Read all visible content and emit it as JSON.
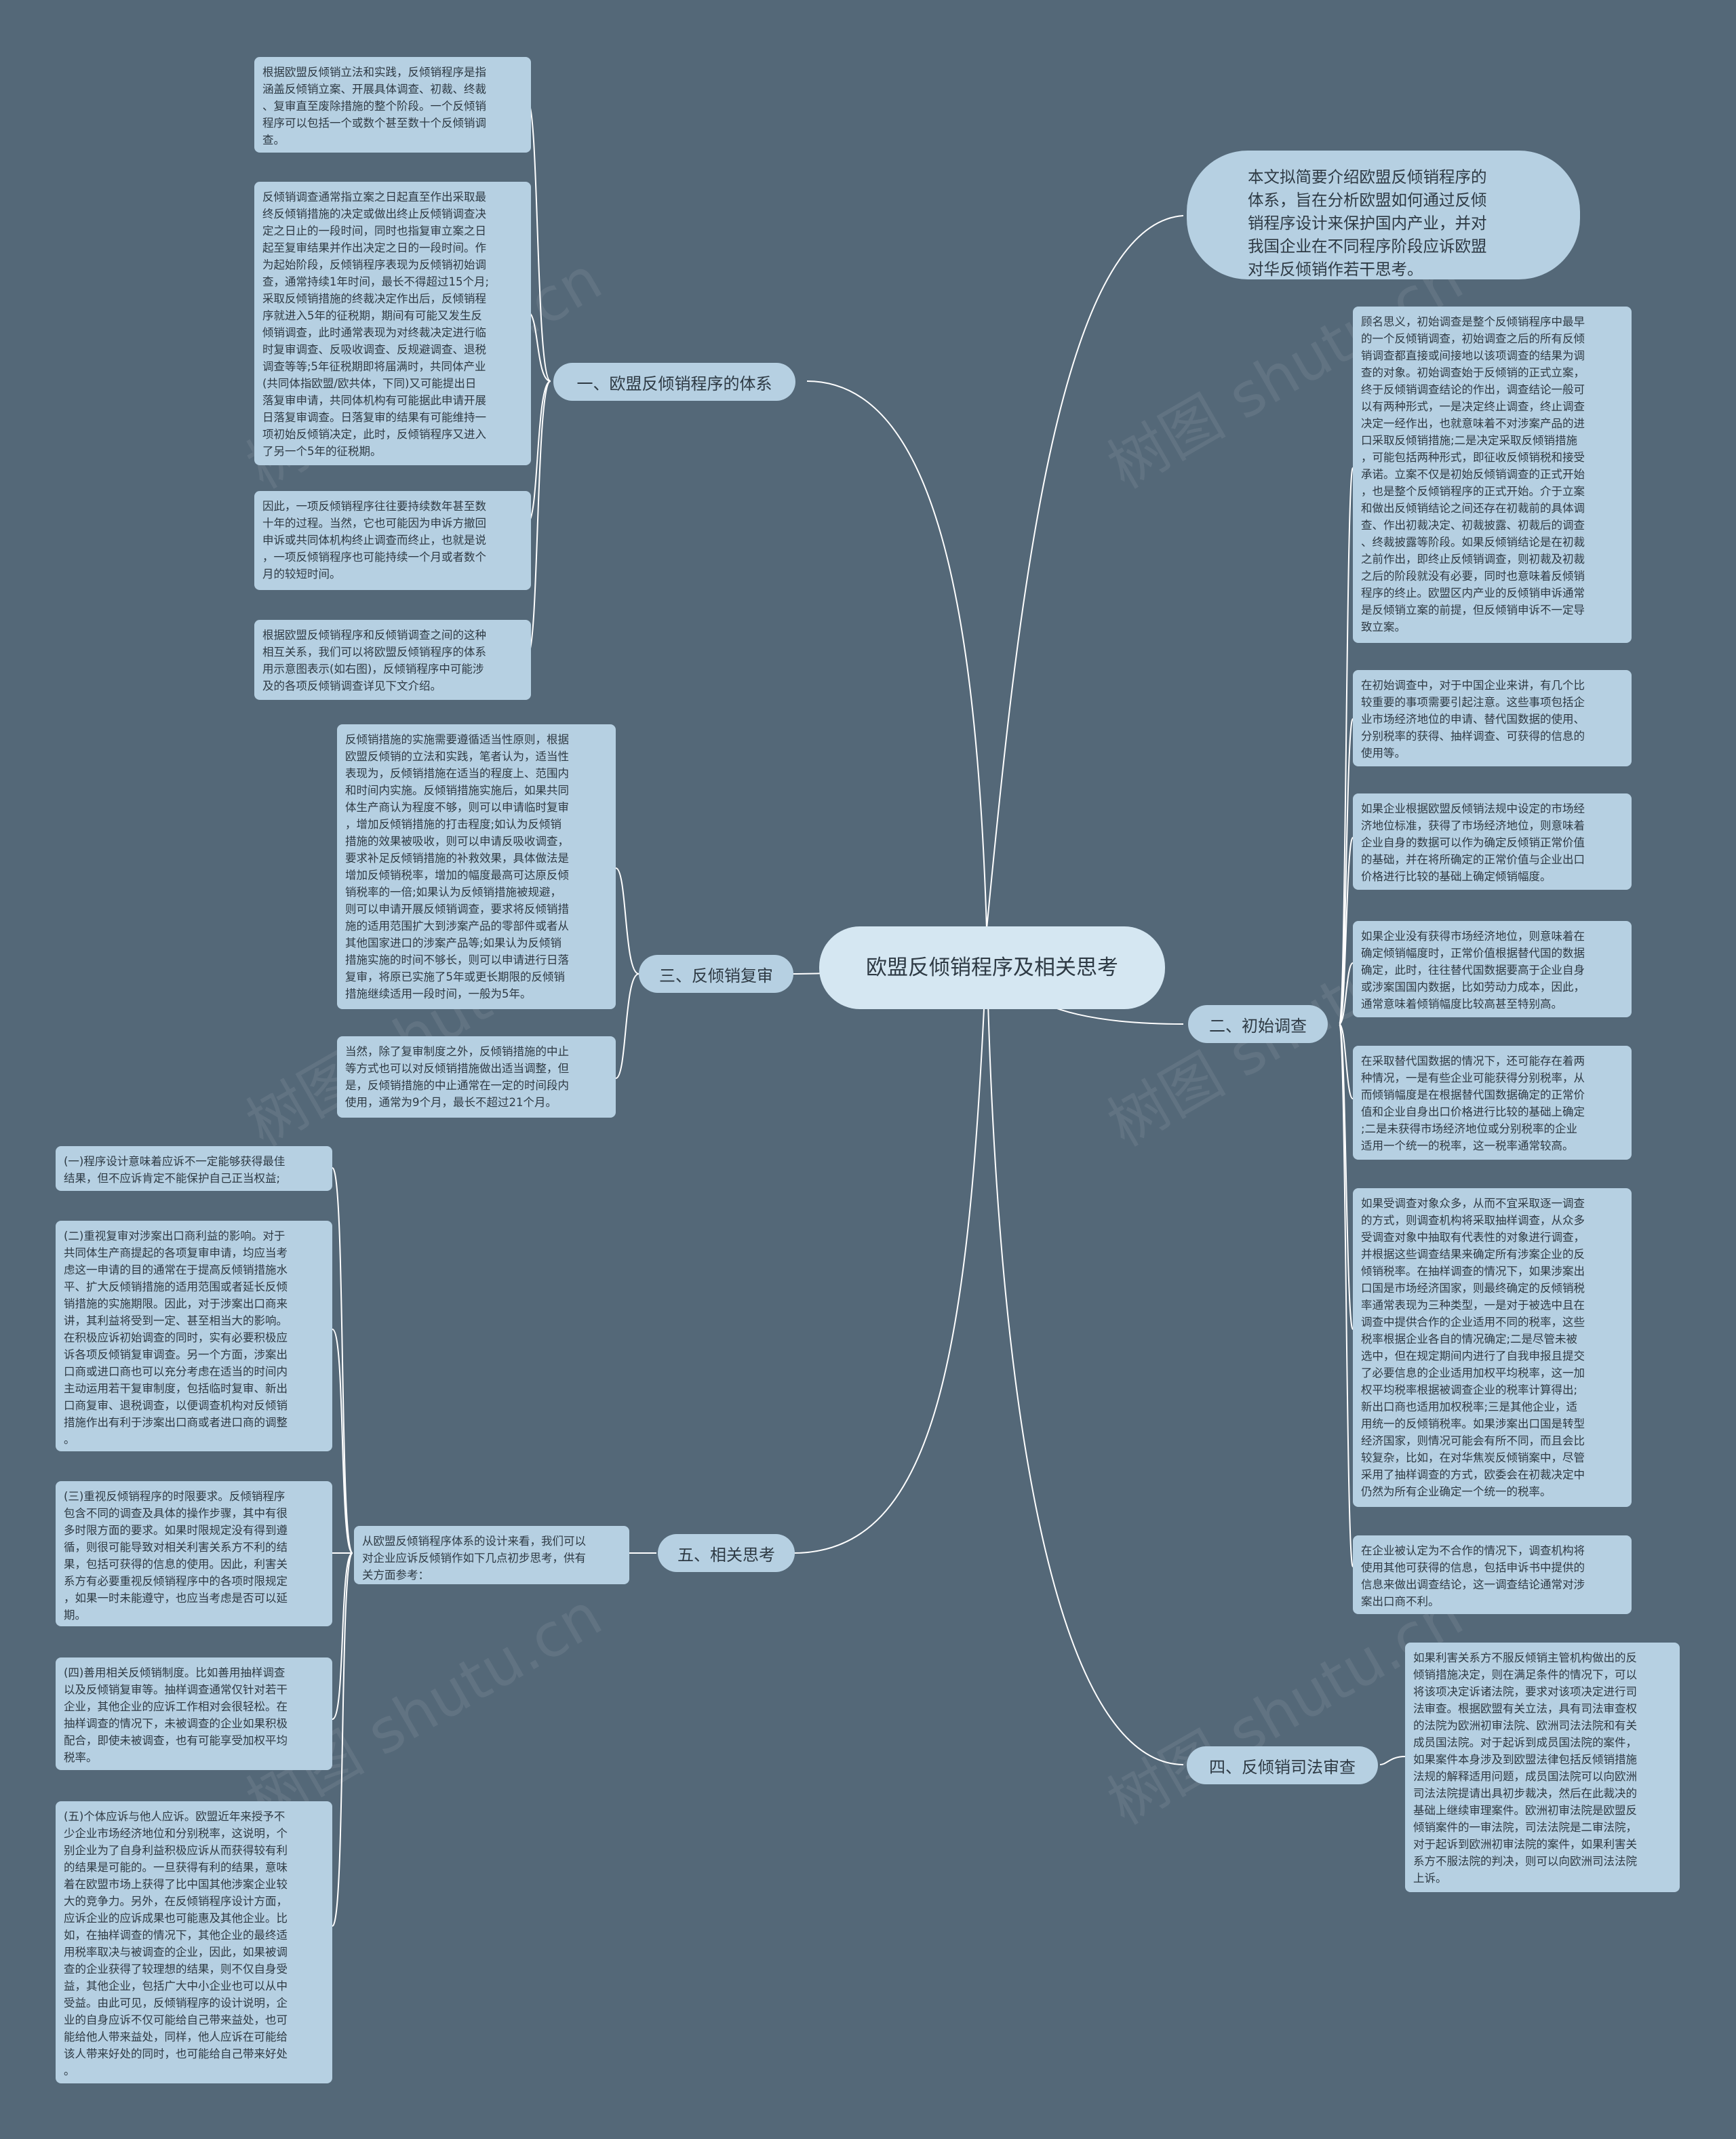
{
  "root": {
    "title": "欧盟反倾销程序及相关思考"
  },
  "intro": "本文拟简要介绍欧盟反倾销程序的\n体系，旨在分析欧盟如何通过反倾\n销程序设计来保护国内产业，并对\n我国企业在不同程序阶段应诉欧盟\n对华反倾销作若干思考。",
  "branches": {
    "b1": "一、欧盟反倾销程序的体系",
    "b2": "二、初始调查",
    "b3": "三、反倾销复审",
    "b4": "四、反倾销司法审查",
    "b5": "五、相关思考"
  },
  "b1": [
    "根据欧盟反倾销立法和实践，反倾销程序是指\n涵盖反倾销立案、开展具体调查、初裁、终裁\n、复审直至废除措施的整个阶段。一个反倾销\n程序可以包括一个或数个甚至数十个反倾销调\n查。",
    "反倾销调查通常指立案之日起直至作出采取最\n终反倾销措施的决定或做出终止反倾销调查决\n定之日止的一段时间，同时也指复审立案之日\n起至复审结果并作出决定之日的一段时间。作\n为起始阶段，反倾销程序表现为反倾销初始调\n查，通常持续1年时间，最长不得超过15个月;\n采取反倾销措施的终裁决定作出后，反倾销程\n序就进入5年的征税期，期间有可能又发生反\n倾销调查，此时通常表现为对终裁决定进行临\n时复审调查、反吸收调查、反规避调查、退税\n调查等等;5年征税期即将届满时，共同体产业\n(共同体指欧盟/欧共体，下同)又可能提出日\n落复审申请，共同体机构有可能据此申请开展\n日落复审调查。日落复审的结果有可能维持一\n项初始反倾销决定，此时，反倾销程序又进入\n了另一个5年的征税期。",
    "因此，一项反倾销程序往往要持续数年甚至数\n十年的过程。当然，它也可能因为申诉方撤回\n申诉或共同体机构终止调查而终止，也就是说\n，一项反倾销程序也可能持续一个月或者数个\n月的较短时间。",
    "根据欧盟反倾销程序和反倾销调查之间的这种\n相互关系，我们可以将欧盟反倾销程序的体系\n用示意图表示(如右图)，反倾销程序中可能涉\n及的各项反倾销调查详见下文介绍。"
  ],
  "b2": [
    "顾名思义，初始调查是整个反倾销程序中最早\n的一个反倾销调查，初始调查之后的所有反倾\n销调查都直接或间接地以该项调查的结果为调\n查的对象。初始调查始于反倾销的正式立案，\n终于反倾销调查结论的作出，调查结论一般可\n以有两种形式，一是决定终止调查，终止调查\n决定一经作出，也就意味着不对涉案产品的进\n口采取反倾销措施;二是决定采取反倾销措施\n，可能包括两种形式，即征收反倾销税和接受\n承诺。立案不仅是初始反倾销调查的正式开始\n，也是整个反倾销程序的正式开始。介于立案\n和做出反倾销结论之间还存在初裁前的具体调\n查、作出初裁决定、初裁披露、初裁后的调查\n、终裁披露等阶段。如果反倾销结论是在初裁\n之前作出，即终止反倾销调查，则初裁及初裁\n之后的阶段就没有必要，同时也意味着反倾销\n程序的终止。欧盟区内产业的反倾销申诉通常\n是反倾销立案的前提，但反倾销申诉不一定导\n致立案。",
    "在初始调查中，对于中国企业来讲，有几个比\n较重要的事项需要引起注意。这些事项包括企\n业市场经济地位的申请、替代国数据的使用、\n分别税率的获得、抽样调查、可获得的信息的\n使用等。",
    "如果企业根据欧盟反倾销法规中设定的市场经\n济地位标准，获得了市场经济地位，则意味着\n企业自身的数据可以作为确定反倾销正常价值\n的基础，并在将所确定的正常价值与企业出口\n价格进行比较的基础上确定倾销幅度。",
    "如果企业没有获得市场经济地位，则意味着在\n确定倾销幅度时，正常价值根据替代国的数据\n确定，此时，往往替代国数据要高于企业自身\n或涉案国国内数据，比如劳动力成本，因此，\n通常意味着倾销幅度比较高甚至特别高。",
    "在采取替代国数据的情况下，还可能存在着两\n种情况，一是有些企业可能获得分别税率，从\n而倾销幅度是在根据替代国数据确定的正常价\n值和企业自身出口价格进行比较的基础上确定\n;二是未获得市场经济地位或分别税率的企业\n适用一个统一的税率，这一税率通常较高。",
    "如果受调查对象众多，从而不宜采取逐一调查\n的方式，则调查机构将采取抽样调查，从众多\n受调查对象中抽取有代表性的对象进行调查，\n并根据这些调查结果来确定所有涉案企业的反\n倾销税率。在抽样调查的情况下，如果涉案出\n口国是市场经济国家，则最终确定的反倾销税\n率通常表现为三种类型，一是对于被选中且在\n调查中提供合作的企业适用不同的税率，这些\n税率根据企业各自的情况确定;二是尽管未被\n选中，但在规定期间内进行了自我申报且提交\n了必要信息的企业适用加权平均税率，这一加\n权平均税率根据被调查企业的税率计算得出;\n新出口商也适用加权税率;三是其他企业，适\n用统一的反倾销税率。如果涉案出口国是转型\n经济国家，则情况可能会有所不同，而且会比\n较复杂，比如，在对华焦炭反倾销案中，尽管\n采用了抽样调查的方式，欧委会在初裁决定中\n仍然为所有企业确定一个统一的税率。",
    "在企业被认定为不合作的情况下，调查机构将\n使用其他可获得的信息，包括申诉书中提供的\n信息来做出调查结论，这一调查结论通常对涉\n案出口商不利。"
  ],
  "b3": [
    "反倾销措施的实施需要遵循适当性原则，根据\n欧盟反倾销的立法和实践，笔者认为，适当性\n表现为，反倾销措施在适当的程度上、范围内\n和时间内实施。反倾销措施实施后，如果共同\n体生产商认为程度不够，则可以申请临时复审\n，增加反倾销措施的打击程度;如认为反倾销\n措施的效果被吸收，则可以申请反吸收调查，\n要求补足反倾销措施的补救效果，具体做法是\n增加反倾销税率，增加的幅度最高可达原反倾\n销税率的一倍;如果认为反倾销措施被规避，\n则可以申请开展反倾销调查，要求将反倾销措\n施的适用范围扩大到涉案产品的零部件或者从\n其他国家进口的涉案产品等;如果认为反倾销\n措施实施的时间不够长，则可以申请进行日落\n复审，将原已实施了5年或更长期限的反倾销\n措施继续适用一段时间，一般为5年。",
    "当然，除了复审制度之外，反倾销措施的中止\n等方式也可以对反倾销措施做出适当调整，但\n是，反倾销措施的中止通常在一定的时间段内\n使用，通常为9个月，最长不超过21个月。"
  ],
  "b4": [
    "如果利害关系方不服反倾销主管机构做出的反\n倾销措施决定，则在满足条件的情况下，可以\n将该项决定诉诸法院，要求对该项决定进行司\n法审查。根据欧盟有关立法，具有司法审查权\n的法院为欧洲初审法院、欧洲司法法院和有关\n成员国法院。对于起诉到成员国法院的案件，\n如果案件本身涉及到欧盟法律包括反倾销措施\n法规的解释适用问题，成员国法院可以向欧洲\n司法法院提请出具初步裁决，然后在此裁决的\n基础上继续审理案件。欧洲初审法院是欧盟反\n倾销案件的一审法院，司法法院是二审法院，\n对于起诉到欧洲初审法院的案件，如果利害关\n系方不服法院的判决，则可以向欧洲司法法院\n上诉。"
  ],
  "b5": {
    "intro": "从欧盟反倾销程序体系的设计来看，我们可以\n对企业应诉反倾销作如下几点初步思考，供有\n关方面参考：",
    "items": [
      "(一)程序设计意味着应诉不一定能够获得最佳\n结果，但不应诉肯定不能保护自己正当权益;",
      "(二)重视复审对涉案出口商利益的影响。对于\n共同体生产商提起的各项复审申请，均应当考\n虑这一申请的目的通常在于提高反倾销措施水\n平、扩大反倾销措施的适用范围或者延长反倾\n销措施的实施期限。因此，对于涉案出口商来\n讲，其利益将受到一定、甚至相当大的影响。\n在积极应诉初始调查的同时，实有必要积极应\n诉各项反倾销复审调查。另一个方面，涉案出\n口商或进口商也可以充分考虑在适当的时间内\n主动运用若干复审制度，包括临时复审、新出\n口商复审、退税调查，以便调查机构对反倾销\n措施作出有利于涉案出口商或者进口商的调整\n。",
      "(三)重视反倾销程序的时限要求。反倾销程序\n包含不同的调查及具体的操作步骤，其中有很\n多时限方面的要求。如果时限规定没有得到遵\n循，则很可能导致对相关利害关系方不利的结\n果，包括可获得的信息的使用。因此，利害关\n系方有必要重视反倾销程序中的各项时限规定\n，如果一时未能遵守，也应当考虑是否可以延\n期。",
      "(四)善用相关反倾销制度。比如善用抽样调查\n以及反倾销复审等。抽样调查通常仅针对若干\n企业，其他企业的应诉工作相对会很轻松。在\n抽样调查的情况下，未被调查的企业如果积极\n配合，即使未被调查，也有可能享受加权平均\n税率。",
      "(五)个体应诉与他人应诉。欧盟近年来授予不\n少企业市场经济地位和分别税率，这说明，个\n别企业为了自身利益积极应诉从而获得较有利\n的结果是可能的。一旦获得有利的结果，意味\n着在欧盟市场上获得了比中国其他涉案企业较\n大的竞争力。另外，在反倾销程序设计方面，\n应诉企业的应诉成果也可能惠及其他企业。比\n如，在抽样调查的情况下，其他企业的最终适\n用税率取决与被调查的企业，因此，如果被调\n查的企业获得了较理想的结果，则不仅自身受\n益，其他企业，包括广大中小企业也可以从中\n受益。由此可见，反倾销程序的设计说明，企\n业的自身应诉不仅可能给自己带来益处，也可\n能给他人带来益处，同样，他人应诉在可能给\n该人带来好处的同时，也可能给自己带来好处\n。"
    ]
  },
  "watermark": "树图 shutu.cn",
  "colors": {
    "background": "#546878",
    "node": "#b6d0e2",
    "root": "#d5e7f2",
    "line": "#ffffff"
  }
}
